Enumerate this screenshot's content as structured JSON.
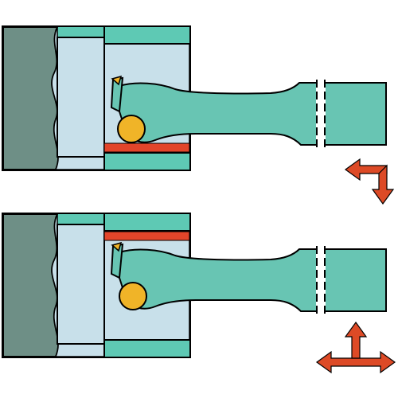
{
  "diagram": {
    "panels": [
      {
        "id": "upper",
        "recess_face": "bottom",
        "feed_arrows": "left-and-down"
      },
      {
        "id": "lower",
        "recess_face": "top",
        "feed_arrows": "left-right-up"
      }
    ],
    "colors": {
      "outline": "#000000",
      "chuck_gray": "#6e8f86",
      "chuck_shade": "#8fb0a8",
      "holder_teal": "#5ec9b4",
      "bore_light": "#c8e0ea",
      "bar_teal": "#68c5b3",
      "insert_gold": "#f0b428",
      "recess_red": "#e2452a",
      "arrow_red": "#dd4a26",
      "background": "#ffffff"
    }
  }
}
